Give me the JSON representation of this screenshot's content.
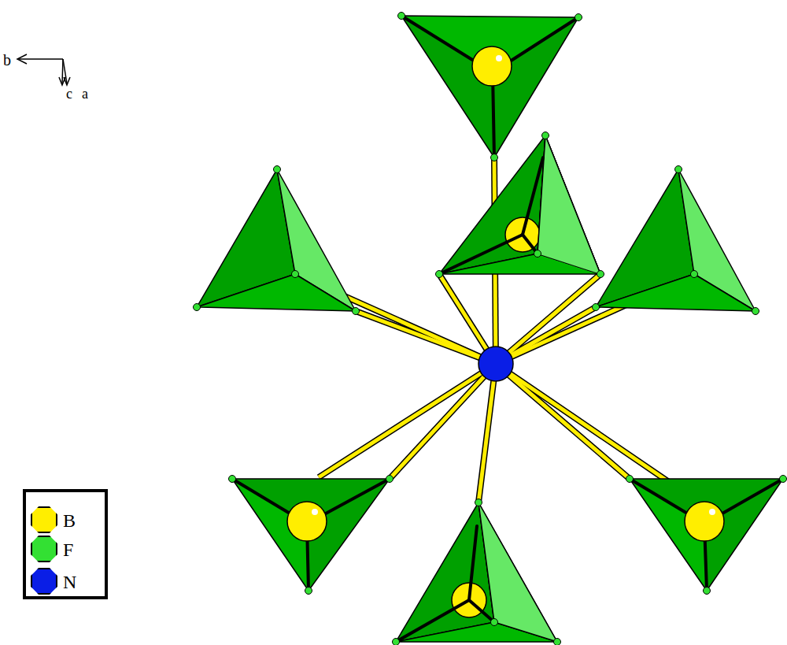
{
  "diagram": {
    "labels": [
      "b",
      "c",
      "a"
    ],
    "legend": [
      {
        "text": "B",
        "color": "#ffee00"
      },
      {
        "text": "F",
        "color": "#33e033"
      },
      {
        "text": "N",
        "color": "#0a1ee6"
      }
    ]
  }
}
